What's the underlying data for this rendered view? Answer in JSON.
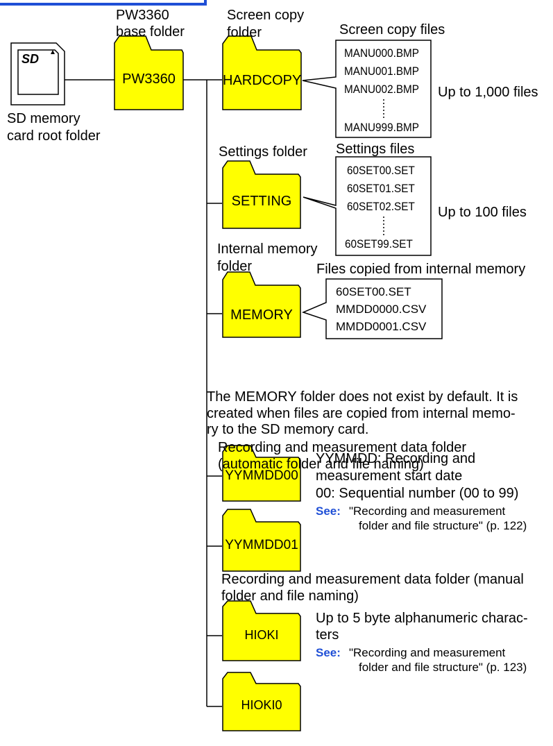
{
  "colors": {
    "folder_fill": "#ffff00",
    "line": "#000000",
    "see_blue": "#1f4fd6",
    "top_bar": "#1f4fd6"
  },
  "sd_card": {
    "logo": "SD",
    "caption_line1": "SD memory",
    "caption_line2": "card root folder"
  },
  "base_folder": {
    "caption_line1": "PW3360",
    "caption_line2": "base folder",
    "label": "PW3360"
  },
  "hardcopy": {
    "caption_line1": "Screen copy",
    "caption_line2": "folder",
    "label": "HARDCOPY",
    "files_title": "Screen copy files",
    "files": [
      "MANU000.BMP",
      "MANU001.BMP",
      "MANU002.BMP",
      "MANU999.BMP"
    ],
    "count_note": "Up to 1,000 files"
  },
  "setting": {
    "caption": "Settings folder",
    "label": "SETTING",
    "files_title": "Settings files",
    "files": [
      "60SET00.SET",
      "60SET01.SET",
      "60SET02.SET",
      "60SET99.SET"
    ],
    "count_note": "Up to 100 files"
  },
  "memory": {
    "caption_line1": "Internal memory",
    "caption_line2": "folder",
    "label": "MEMORY",
    "files_title": "Files copied from internal memory",
    "files": [
      "60SET00.SET",
      "MMDD0000.CSV",
      "MMDD0001.CSV"
    ],
    "note_line1": "The MEMORY folder does not exist by default. It is",
    "note_line2": "created when files are copied from internal memo-",
    "note_line3": "ry to the SD memory card."
  },
  "auto_folders": {
    "caption_line1": "Recording and measurement data folder",
    "caption_line2": "(automatic folder and file naming)",
    "labels": [
      "YYMMDD00",
      "YYMMDD01"
    ],
    "desc_line1": "YYMMDD: Recording and",
    "desc_line2": "measurement start date",
    "desc_line3": "00: Sequential number (00 to 99)",
    "see_label": "See:",
    "see_line1": "\"Recording and measurement",
    "see_line2": "folder and file structure\" (p. 122)"
  },
  "manual_folders": {
    "caption_line1": "Recording and measurement data folder (manual",
    "caption_line2": "folder and file naming)",
    "labels": [
      "HIOKI",
      "HIOKI0"
    ],
    "desc_line1": "Up to 5 byte alphanumeric charac-",
    "desc_line2": "ters",
    "see_label": "See:",
    "see_line1": "\"Recording and measurement",
    "see_line2": "folder and file structure\" (p. 123)"
  }
}
